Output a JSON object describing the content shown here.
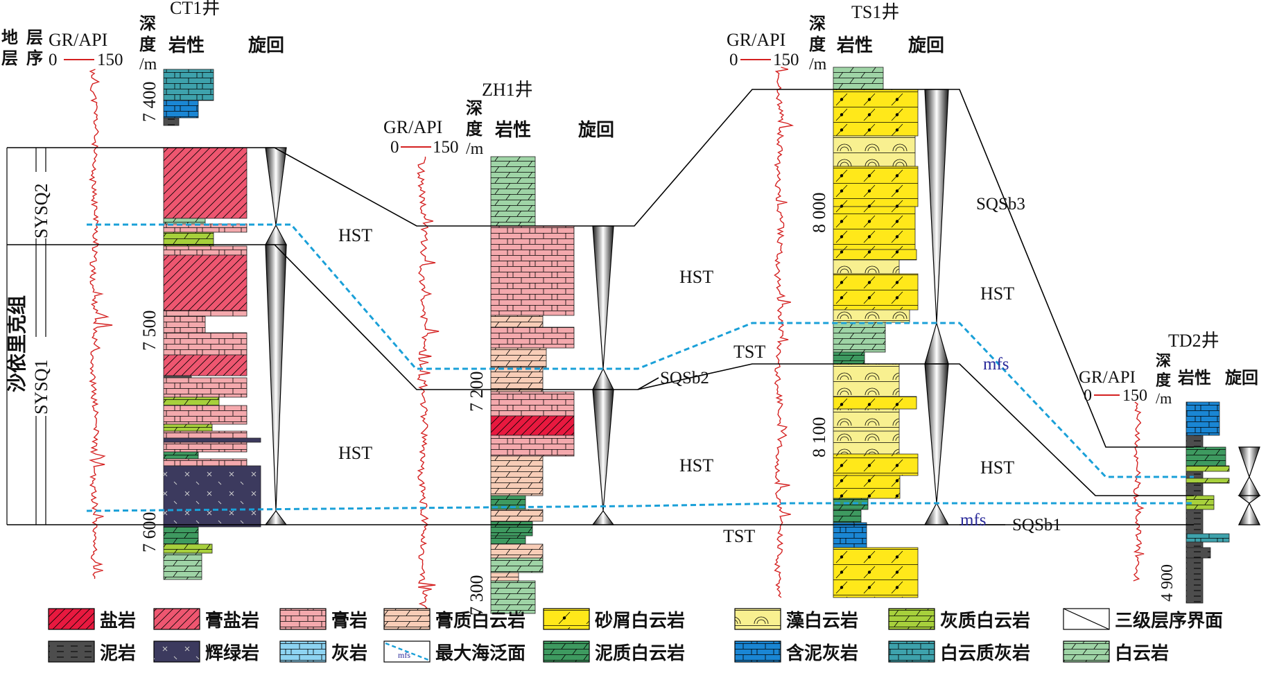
{
  "colors": {
    "salt": "#e8193f",
    "gypsum_salt": "#ee5670",
    "gypsum": "#f4a9ad",
    "gypsum_dolomite": "#f8cdb7",
    "sand_dolomite": "#ffe81a",
    "algal_dolomite": "#f8f090",
    "lime_dolomite": "#a7d03c",
    "mudstone": "#4d4d4d",
    "gabbro": "#3c3a5e",
    "limestone": "#8ed4f2",
    "muddy_dolomite": "#3e9a60",
    "marly_limestone": "#1a86d4",
    "dolomitic_limestone": "#3ea2ac",
    "dolomite": "#9fd4a6",
    "gr_curve": "#d42020",
    "mfs_line": "#1aa0d8"
  },
  "headers": {
    "strata_a": "地",
    "strata_b": "层",
    "seq_a": "层",
    "seq_b": "序",
    "gr": "GR/API",
    "gr_min": "0",
    "gr_max": "150",
    "depth_1": "深",
    "depth_2": "度",
    "depth_3": "/m",
    "lith": "岩性",
    "cycle": "旋回"
  },
  "wells": [
    {
      "id": "ct1",
      "name": "CT1井",
      "ticks": [
        "7 400",
        "7 500",
        "7 600"
      ]
    },
    {
      "id": "zh1",
      "name": "ZH1井",
      "ticks": [
        "7 200",
        "7 300"
      ]
    },
    {
      "id": "ts1",
      "name": "TS1井",
      "ticks": [
        "8 000",
        "8 100"
      ]
    },
    {
      "id": "td2",
      "name": "TD2井",
      "ticks": [
        "4 900"
      ]
    }
  ],
  "formation": "沙依里克组",
  "sequences": [
    "SYSQ2",
    "SYSQ1"
  ],
  "systems_tracts": [
    "HST",
    "HST",
    "HST",
    "HST",
    "HST",
    "HST",
    "TST",
    "TST"
  ],
  "surfaces": [
    "SQSb3",
    "SQSb2",
    "SQSb1"
  ],
  "mfs_labels": [
    "mfs",
    "mfs"
  ],
  "legend": [
    {
      "key": "salt",
      "label": "盐岩"
    },
    {
      "key": "gypsum_salt",
      "label": "膏盐岩"
    },
    {
      "key": "gypsum",
      "label": "膏岩"
    },
    {
      "key": "gypsum_dolomite",
      "label": "膏质白云岩"
    },
    {
      "key": "sand_dolomite",
      "label": "砂屑白云岩"
    },
    {
      "key": "algal_dolomite",
      "label": "藻白云岩"
    },
    {
      "key": "lime_dolomite",
      "label": "灰质白云岩"
    },
    {
      "key": "boundary",
      "label": "三级层序界面"
    },
    {
      "key": "mudstone",
      "label": "泥岩"
    },
    {
      "key": "gabbro",
      "label": "辉绿岩"
    },
    {
      "key": "limestone",
      "label": "灰岩"
    },
    {
      "key": "mfs",
      "label": "最大海泛面",
      "swatch_text": "mfs"
    },
    {
      "key": "muddy_dolomite",
      "label": "泥质白云岩"
    },
    {
      "key": "marly_limestone",
      "label": "含泥灰岩"
    },
    {
      "key": "dolomitic_limestone",
      "label": "白云质灰岩"
    },
    {
      "key": "dolomite",
      "label": "白云岩"
    }
  ]
}
